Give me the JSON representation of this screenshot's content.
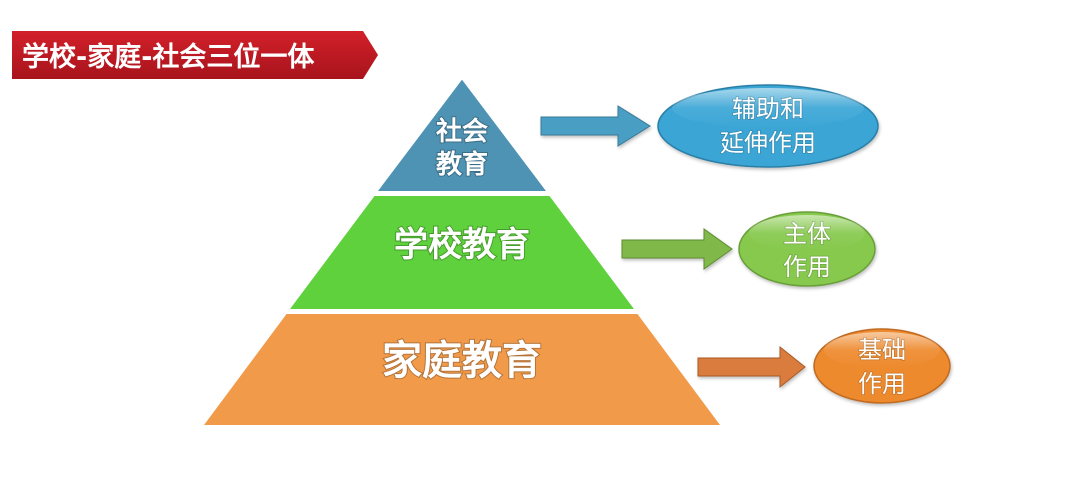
{
  "title": "学校-家庭-社会三位一体",
  "tiers": [
    {
      "line1": "社会",
      "line2": "教育",
      "role_line1": "辅助和",
      "role_line2": "延伸作用",
      "color": "#4f93b4",
      "arrow_color": "#4a9ec4",
      "ellipse_color": "#3aa6d6"
    },
    {
      "line1": "学校教育",
      "role_line1": "主体",
      "role_line2": "作用",
      "color": "#5ed13d",
      "arrow_color": "#80b94a",
      "ellipse_color": "#86c94e"
    },
    {
      "line1": "家庭教育",
      "role_line1": "基础",
      "role_line2": "作用",
      "color": "#f19a4a",
      "arrow_color": "#d97c3e",
      "ellipse_color": "#ee8a2d"
    }
  ]
}
